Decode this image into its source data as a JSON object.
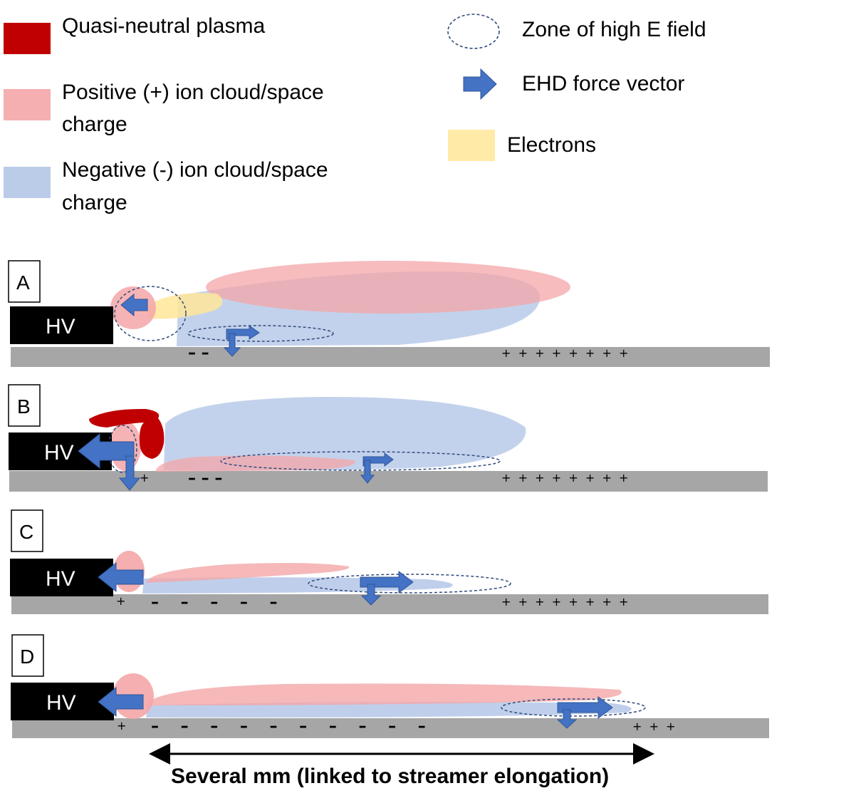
{
  "legend": {
    "quasi_neutral": "Quasi-neutral plasma",
    "positive_line1": "Positive (+) ion cloud/space",
    "positive_line2": "charge",
    "negative_line1": "Negative (-) ion cloud/space",
    "negative_line2": "charge",
    "high_field": "Zone of high E field",
    "ehd_force": "EHD force vector",
    "electrons": "Electrons"
  },
  "colors": {
    "quasi_neutral": "#c00000",
    "positive": "#f4a6a8",
    "negative": "#b4c7e7",
    "electrons": "#ffe699",
    "arrow": "#4472c4",
    "dielectric": "#a6a6a6",
    "electrode": "#000000"
  },
  "panels": {
    "a": {
      "label": "A",
      "electrode": "HV",
      "minus": "– –",
      "plus": "+  +  +  +  +  +  +  +"
    },
    "b": {
      "label": "B",
      "electrode": "HV",
      "minus": "– – –",
      "plus": "+  +  +  +  +  +  +  +",
      "plus_left": "+"
    },
    "c": {
      "label": "C",
      "electrode": "HV",
      "minus": "–    –    –    –    –",
      "plus": "+  +  +  +  +  +  +  +",
      "plus_left": "+"
    },
    "d": {
      "label": "D",
      "electrode": "HV",
      "minus": "–    –    –    –    –    –    –    –    –    –",
      "plus": "+  +  +",
      "plus_left": "+"
    }
  },
  "scale_label": "Several mm (linked to streamer elongation)"
}
